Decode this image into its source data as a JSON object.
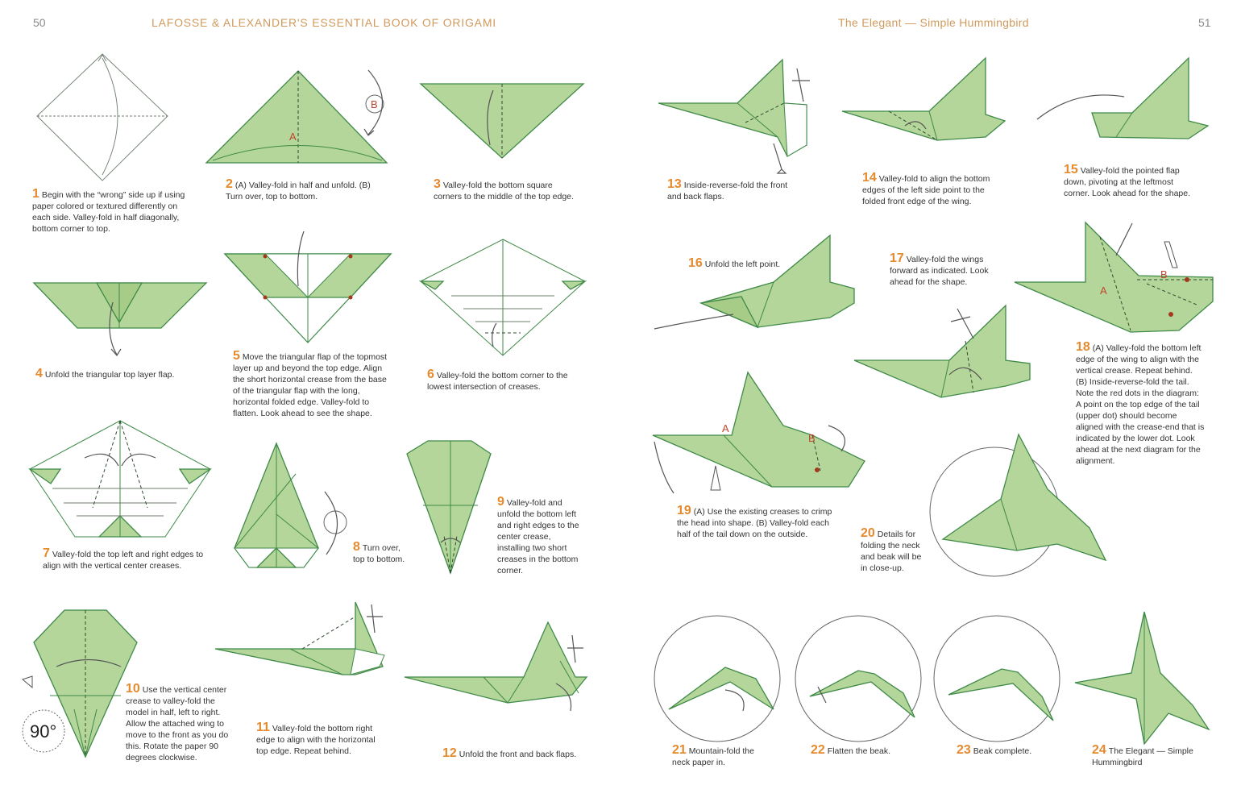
{
  "left_page": {
    "page_number": "50",
    "running_head": "LAFOSSE & ALEXANDER'S ESSENTIAL BOOK OF ORIGAMI"
  },
  "right_page": {
    "page_number": "51",
    "running_head": "The Elegant — Simple Hummingbird"
  },
  "colors": {
    "paper_green": "#b5d69a",
    "edge_green": "#3f8a48",
    "step_number_orange": "#e58a2e",
    "running_head_tan": "#d09a5c",
    "label_red": "#c0452e"
  },
  "steps": [
    {
      "num": "1",
      "text": "Begin with the “wrong” side up if using paper colored or textured differently on each side. Valley-fold in half diagonally, bottom corner to top."
    },
    {
      "num": "2",
      "text": "(A) Valley-fold in half and unfold. (B) Turn over, top to bottom."
    },
    {
      "num": "3",
      "text": "Valley-fold the bottom square corners to the middle of the top edge."
    },
    {
      "num": "4",
      "text": "Unfold the triangular top layer flap."
    },
    {
      "num": "5",
      "text": "Move the triangular flap of the topmost layer up and beyond the top edge. Align the short horizontal crease from the base of the triangular flap with the long, horizontal folded edge. Valley-fold to flatten. Look ahead to see the shape."
    },
    {
      "num": "6",
      "text": "Valley-fold the bottom corner to the lowest intersection of creases."
    },
    {
      "num": "7",
      "text": "Valley-fold the top left and right edges to align with the vertical center creases."
    },
    {
      "num": "8",
      "text": "Turn over, top to bottom."
    },
    {
      "num": "9",
      "text": "Valley-fold and unfold the bottom left and right edges to the center crease, installing two short creases in the bottom corner."
    },
    {
      "num": "10",
      "text": "Use the vertical center crease to valley-fold the model in half, left to right. Allow the attached wing to move to the front as you do this. Rotate the paper 90 degrees clockwise."
    },
    {
      "num": "11",
      "text": "Valley-fold the bottom right edge to align with the horizontal top edge. Repeat behind."
    },
    {
      "num": "12",
      "text": "Unfold the front and back flaps."
    },
    {
      "num": "13",
      "text": "Inside-reverse-fold the front and back flaps."
    },
    {
      "num": "14",
      "text": "Valley-fold to align the bottom edges of the left side point to the folded front edge of the wing."
    },
    {
      "num": "15",
      "text": "Valley-fold the pointed flap down, pivoting at the leftmost corner. Look ahead for the shape."
    },
    {
      "num": "16",
      "text": "Unfold the left point."
    },
    {
      "num": "17",
      "text": "Valley-fold the wings forward as indicated. Look ahead for the shape."
    },
    {
      "num": "18",
      "text": "(A) Valley-fold the bottom left edge of the wing to align with the vertical crease. Repeat behind. (B) Inside-reverse-fold the tail. Note the red dots in the diagram: A point on the top edge of the tail (upper dot) should become aligned with the crease-end that is indicated by the lower dot. Look ahead at the next diagram for the alignment."
    },
    {
      "num": "19",
      "text": "(A) Use the existing creases to crimp the head into shape. (B) Valley-fold each half of the tail down on the outside."
    },
    {
      "num": "20",
      "text": "Details for folding the neck and beak will be in close-up."
    },
    {
      "num": "21",
      "text": "Mountain-fold the neck paper in."
    },
    {
      "num": "22",
      "text": "Flatten the beak."
    },
    {
      "num": "23",
      "text": "Beak complete."
    },
    {
      "num": "24",
      "text": "The Elegant — Simple Hummingbird"
    }
  ],
  "diagram_labels": {
    "a": "A",
    "b": "B",
    "rotation": "90°"
  }
}
